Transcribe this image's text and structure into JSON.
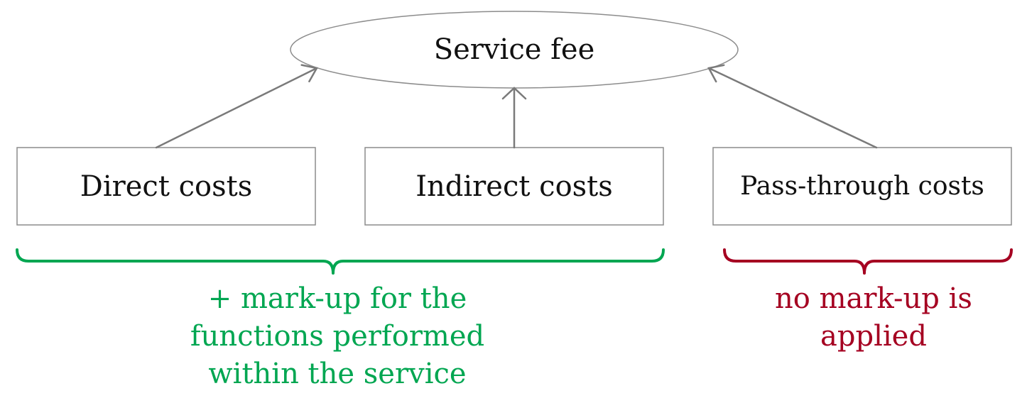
{
  "nodes": {
    "service_fee": "Service fee",
    "direct_costs": "Direct costs",
    "indirect_costs": "Indirect costs",
    "pass_through_costs": "Pass-through costs"
  },
  "notes": {
    "markup": {
      "line1": "+ mark-up for the",
      "line2": "functions performed",
      "line3": "within the service",
      "color": "#00a651"
    },
    "no_markup": {
      "line1": "no mark-up is",
      "line2": "applied",
      "color": "#a50021"
    }
  },
  "colors": {
    "shape_border": "#8c8c8c",
    "arrow": "#7a7a7a",
    "text": "#111111"
  }
}
